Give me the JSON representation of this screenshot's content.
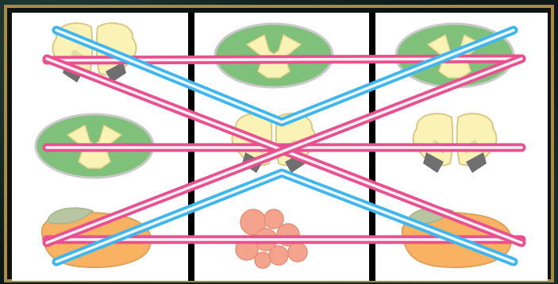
{
  "game": {
    "type": "slot-machine",
    "reels": 3,
    "rows": 3,
    "grid": [
      [
        "brain",
        "spinal-cord",
        "spinal-cord"
      ],
      [
        "spinal-cord",
        "brain",
        "brain"
      ],
      [
        "liver",
        "intestine",
        "liver"
      ]
    ],
    "paylines": [
      {
        "id": "top-row",
        "color": "#e8508f"
      },
      {
        "id": "middle-row",
        "color": "#e8508f"
      },
      {
        "id": "bottom-row",
        "color": "#e8508f"
      },
      {
        "id": "diagonal-down",
        "color": "#e8508f"
      },
      {
        "id": "diagonal-up",
        "color": "#e8508f"
      },
      {
        "id": "v-shape",
        "color": "#3fb6ee"
      },
      {
        "id": "inverted-v-shape",
        "color": "#3fb6ee"
      }
    ]
  },
  "colors": {
    "frame": "#a88b3e",
    "divider": "#000000",
    "cell": "#ffffff",
    "pink_line": "#e8508f",
    "blue_line": "#3fb6ee"
  }
}
